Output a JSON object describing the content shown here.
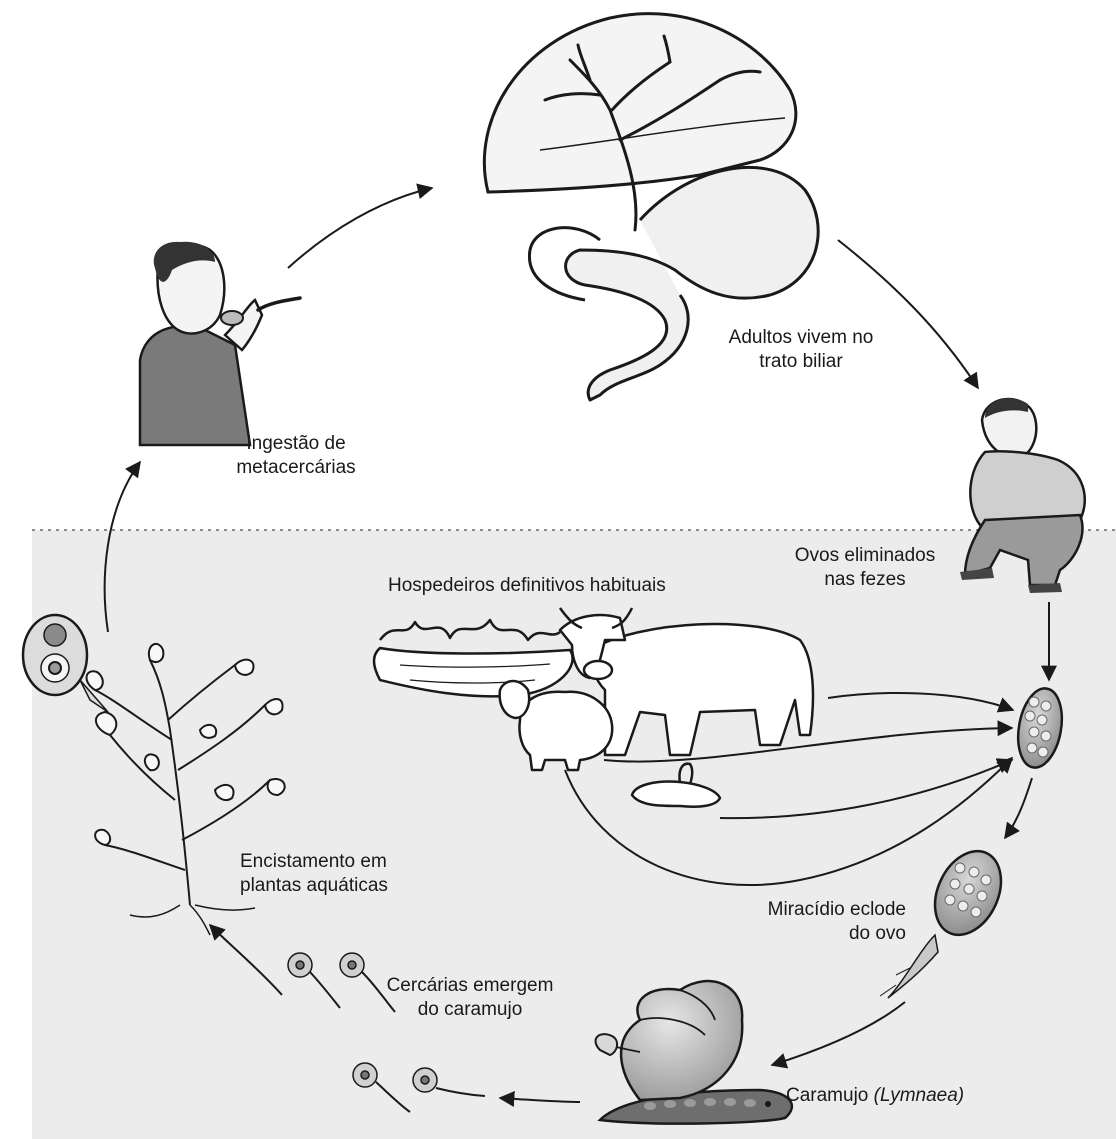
{
  "colors": {
    "background": "#ffffff",
    "lower_zone": "#ececec",
    "divider": "#8a8a8a",
    "ink": "#1a1a1a",
    "fill_mid": "#b5b5b5",
    "fill_dark": "#6e6e6e"
  },
  "stages": {
    "adults": {
      "line1": "Adultos vivem no",
      "line2": "trato biliar",
      "icon": "liver-stomach-icon"
    },
    "eggs": {
      "line1": "Ovos eliminados",
      "line2": "nas fezes",
      "icon": "person-defecating-icon"
    },
    "hosts": {
      "label": "Hospedeiros definitivos habituais",
      "icon": "livestock-icon"
    },
    "miracidium": {
      "line1": "Miracídio eclode",
      "line2": "do ovo",
      "icon": "hatching-egg-icon"
    },
    "snail": {
      "prefix": "Caramujo ",
      "genus": "(Lymnaea)",
      "icon": "snail-icon"
    },
    "cercariae": {
      "line1": "Cercárias emergem",
      "line2": "do caramujo",
      "icon": "cercaria-icon"
    },
    "encystment": {
      "line1": "Encistamento em",
      "line2": "plantas aquáticas",
      "icon": "aquatic-plant-icon"
    },
    "ingestion": {
      "line1": "Ingestão de",
      "line2": "metacercárias",
      "icon": "person-eating-icon"
    }
  }
}
